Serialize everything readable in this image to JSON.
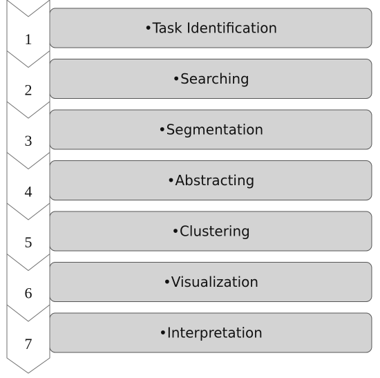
{
  "steps": [
    {
      "number": "1",
      "label": "•Task Identification"
    },
    {
      "number": "2",
      "label": "•Searching"
    },
    {
      "number": "3",
      "label": "•Segmentation"
    },
    {
      "number": "4",
      "label": "•Abstracting"
    },
    {
      "number": "5",
      "label": "•Clustering"
    },
    {
      "number": "6",
      "label": "•Visualization"
    },
    {
      "number": "7",
      "label": "•Interpretation"
    }
  ]
}
